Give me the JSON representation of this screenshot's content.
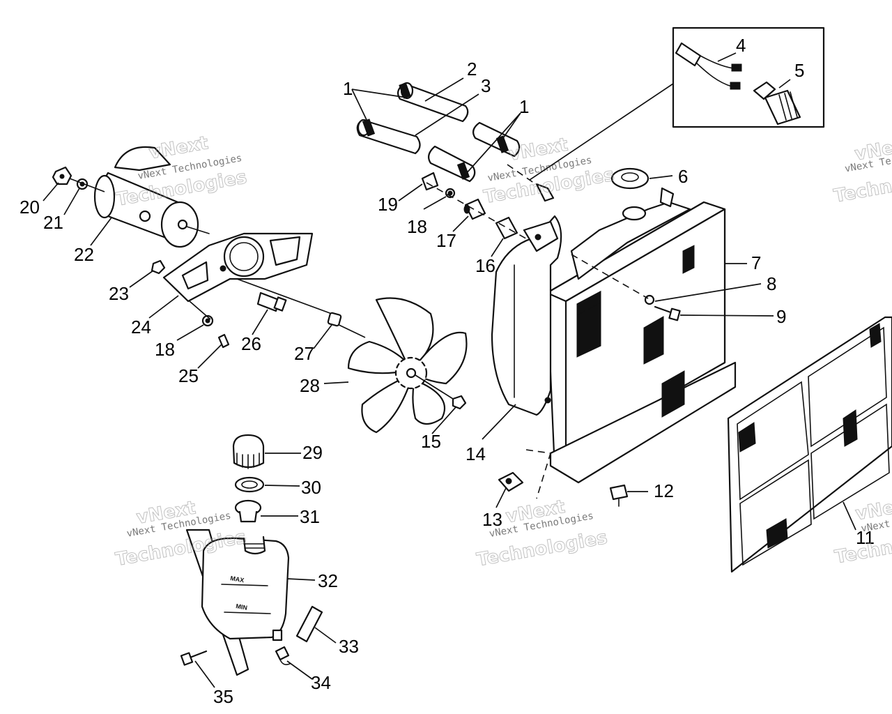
{
  "diagram": {
    "type": "exploded-parts-diagram",
    "callouts": [
      {
        "id": "c1a",
        "label": "1"
      },
      {
        "id": "c1b",
        "label": "1"
      },
      {
        "id": "c2",
        "label": "2"
      },
      {
        "id": "c3",
        "label": "3"
      },
      {
        "id": "c4",
        "label": "4"
      },
      {
        "id": "c5",
        "label": "5"
      },
      {
        "id": "c6",
        "label": "6"
      },
      {
        "id": "c7",
        "label": "7"
      },
      {
        "id": "c8",
        "label": "8"
      },
      {
        "id": "c9",
        "label": "9"
      },
      {
        "id": "c11",
        "label": "11"
      },
      {
        "id": "c12",
        "label": "12"
      },
      {
        "id": "c13",
        "label": "13"
      },
      {
        "id": "c14",
        "label": "14"
      },
      {
        "id": "c15",
        "label": "15"
      },
      {
        "id": "c16",
        "label": "16"
      },
      {
        "id": "c17",
        "label": "17"
      },
      {
        "id": "c18a",
        "label": "18"
      },
      {
        "id": "c18b",
        "label": "18"
      },
      {
        "id": "c19",
        "label": "19"
      },
      {
        "id": "c20",
        "label": "20"
      },
      {
        "id": "c21",
        "label": "21"
      },
      {
        "id": "c22",
        "label": "22"
      },
      {
        "id": "c23",
        "label": "23"
      },
      {
        "id": "c24",
        "label": "24"
      },
      {
        "id": "c25",
        "label": "25"
      },
      {
        "id": "c26",
        "label": "26"
      },
      {
        "id": "c27",
        "label": "27"
      },
      {
        "id": "c28",
        "label": "28"
      },
      {
        "id": "c29",
        "label": "29"
      },
      {
        "id": "c30",
        "label": "30"
      },
      {
        "id": "c31",
        "label": "31"
      },
      {
        "id": "c32",
        "label": "32"
      },
      {
        "id": "c33",
        "label": "33"
      },
      {
        "id": "c34",
        "label": "34"
      },
      {
        "id": "c35",
        "label": "35"
      }
    ],
    "reservoir_marks": {
      "max": "MAX",
      "min": "MIN"
    }
  },
  "watermark": {
    "line1": "vNext",
    "line2": "Technologies",
    "small": "vNext Technologies"
  },
  "colors": {
    "ink": "#111111",
    "background": "#ffffff",
    "watermark": "#999999"
  }
}
